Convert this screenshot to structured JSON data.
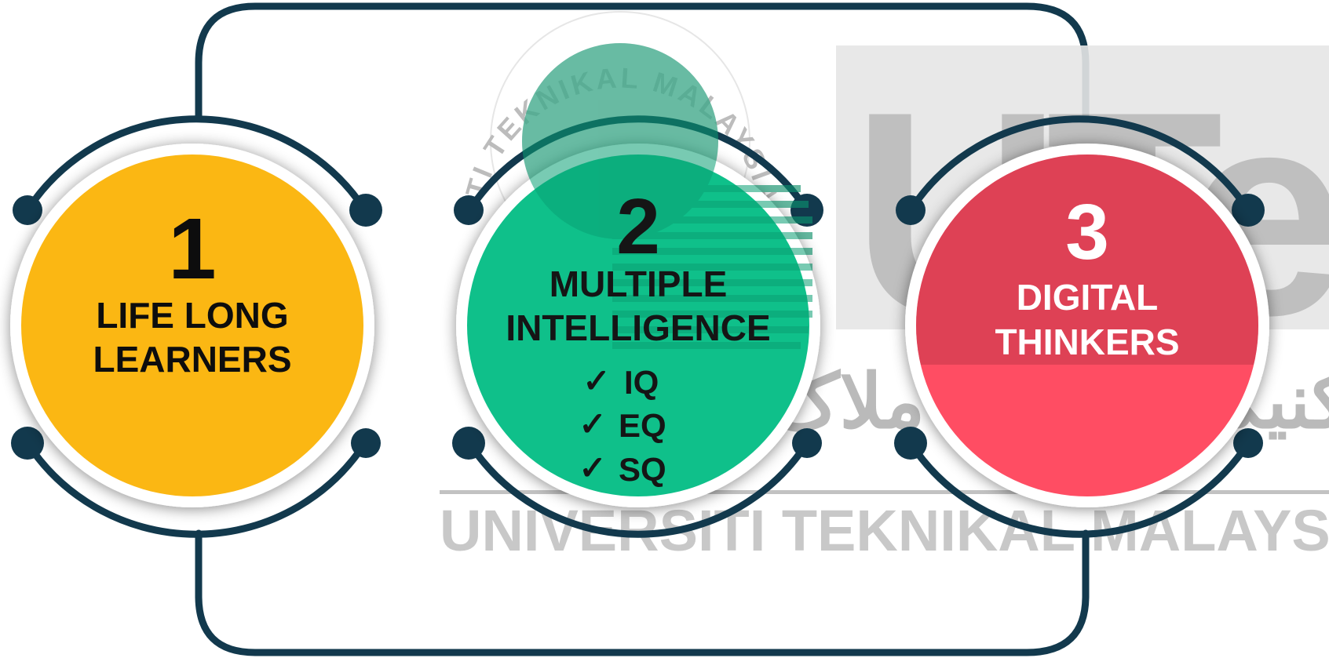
{
  "watermark": {
    "seal_ring_text": "UNIVERSITI TEKNIKAL MALAYSIA MELAKA",
    "logo_text": "UTeM",
    "jawi_text": "اونيۏرسيتي تيکنيکل مليسيا ملاک",
    "banner_text": "UNIVERSITI TEKNIKAL MALAYSIA MELAKA"
  },
  "steps": [
    {
      "number": "1",
      "title_line1": "LIFE LONG",
      "title_line2": "LEARNERS",
      "color": "#fbb713",
      "text_color": "#0d0d0d"
    },
    {
      "number": "2",
      "title_line1": "MULTIPLE",
      "title_line2": "INTELLIGENCE",
      "items": [
        "IQ",
        "EQ",
        "SQ"
      ],
      "check_mark": "✓",
      "color": "#0fc08a",
      "text_color": "#151515"
    },
    {
      "number": "3",
      "title_line1": "DIGITAL",
      "title_line2": "THINKERS",
      "color": "#ff4d63",
      "text_color": "#ffffff"
    }
  ],
  "colors": {
    "connector": "#12394d",
    "watermark_gray": "#9c9c9c",
    "ring": "#ffffff"
  }
}
